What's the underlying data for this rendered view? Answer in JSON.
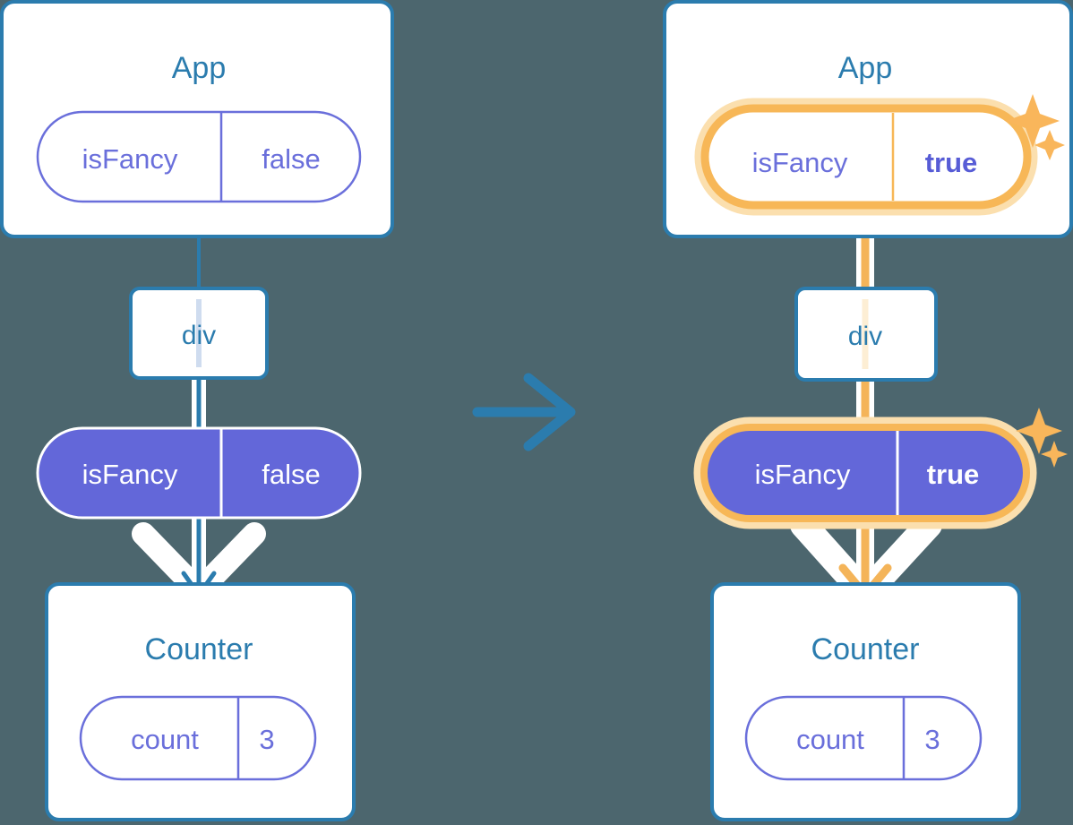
{
  "diagram": {
    "title": "React state propagation before and after isFancy changes",
    "background_color": "#4c666e",
    "transition_arrow": {
      "name": "transition-arrow",
      "color": "#2b7cae",
      "direction": "right"
    },
    "panels": [
      {
        "id": "before",
        "root": {
          "label": "App",
          "state_pill": {
            "key": "isFancy",
            "value": "false",
            "style": "outline",
            "highlighted": false
          }
        },
        "dom_node": {
          "label": "div"
        },
        "prop_pill": {
          "key": "isFancy",
          "value": "false",
          "style": "filled",
          "highlighted": false
        },
        "child": {
          "label": "Counter",
          "state_pill": {
            "key": "count",
            "value": "3",
            "style": "outline",
            "highlighted": false
          }
        },
        "connector_color": "#2b7cae",
        "sparkles": false
      },
      {
        "id": "after",
        "root": {
          "label": "App",
          "state_pill": {
            "key": "isFancy",
            "value": "true",
            "style": "outline",
            "highlighted": true
          }
        },
        "dom_node": {
          "label": "div"
        },
        "prop_pill": {
          "key": "isFancy",
          "value": "true",
          "style": "filled",
          "highlighted": true
        },
        "child": {
          "label": "Counter",
          "state_pill": {
            "key": "count",
            "value": "3",
            "style": "outline",
            "highlighted": false
          }
        },
        "connector_color": "#f4b459",
        "sparkles": true
      }
    ]
  },
  "colors": {
    "background": "#4c666e",
    "box_border": "#2b7cae",
    "box_fill": "#ffffff",
    "title_text": "#2b7cae",
    "pill_outline": "#6a6fdb",
    "pill_fill": "#6367d9",
    "pill_text_light": "#6a6fdb",
    "pill_text_white": "#ffffff",
    "highlight_ring": "#f7b757",
    "highlight_glow": "#fbdfae",
    "highlight_arrow": "#f4b459",
    "connector_blue": "#2b7cae",
    "connector_blue_pale": "#cfdcef",
    "connector_orange_pale": "#fdeed4",
    "sparkle": "#f9b65b",
    "white_arrow": "#ffffff"
  }
}
